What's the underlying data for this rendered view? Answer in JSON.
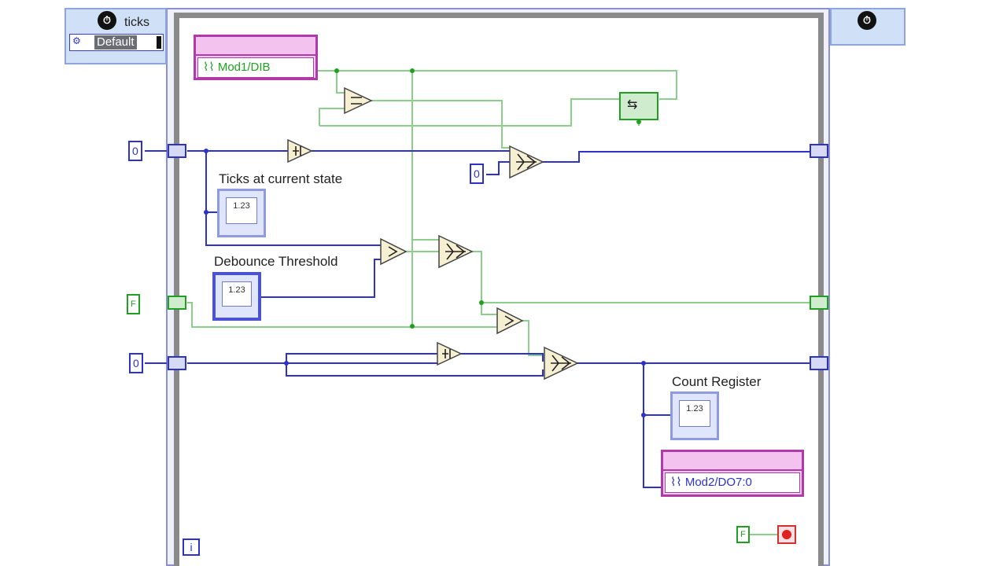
{
  "timed_loop": {
    "left_node": {
      "label": "ticks",
      "value": "Default"
    },
    "clock_icon": "clock-icon",
    "right_node_icon": "clock-icon"
  },
  "constants": {
    "ticks_init": "0",
    "select_false": "0",
    "state_init": "F",
    "count_init": "0",
    "stop": "F"
  },
  "io": {
    "input_node": "Mod1/DIB",
    "output_node": "Mod2/DO7:0"
  },
  "labels": {
    "ticks_at_state": "Ticks at current state",
    "debounce": "Debounce Threshold",
    "count": "Count Register"
  },
  "indicators": {
    "numeric_glyph": "1.23"
  },
  "loop": {
    "iteration": "i"
  },
  "colors": {
    "integer_wire": "#2d33c8",
    "boolean_wire": "#20a020",
    "io_node": "#b03aa8",
    "loop_frame": "#8a8a8a"
  }
}
